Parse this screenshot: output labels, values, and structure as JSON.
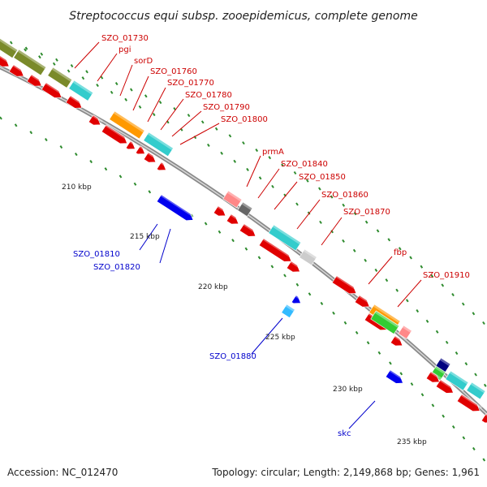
{
  "title": "Streptococcus equi subsp. zooepidemicus, complete genome",
  "footer": {
    "accession": "Accession: NC_012470",
    "summary": "Topology: circular; Length: 2,149,868 bp; Genes: 1,961"
  },
  "colors": {
    "backbone": "#999999",
    "tick": "#2e8b2e",
    "label_forward": "#cc0000",
    "label_reverse": "#0000cc"
  },
  "kbp_labels": [
    "210 kbp",
    "215 kbp",
    "220 kbp",
    "225 kbp",
    "230 kbp",
    "235 kbp"
  ],
  "gene_labels_forward": [
    "SZO_01730",
    "pgi",
    "sorD",
    "SZO_01760",
    "SZO_01770",
    "SZO_01780",
    "SZO_01790",
    "SZO_01800",
    "prmA",
    "SZO_01840",
    "SZO_01850",
    "SZO_01860",
    "SZO_01870",
    "fbp",
    "SZO_01910"
  ],
  "gene_labels_reverse": [
    "SZO_01810",
    "SZO_01820",
    "SZO_01880",
    "skc"
  ]
}
